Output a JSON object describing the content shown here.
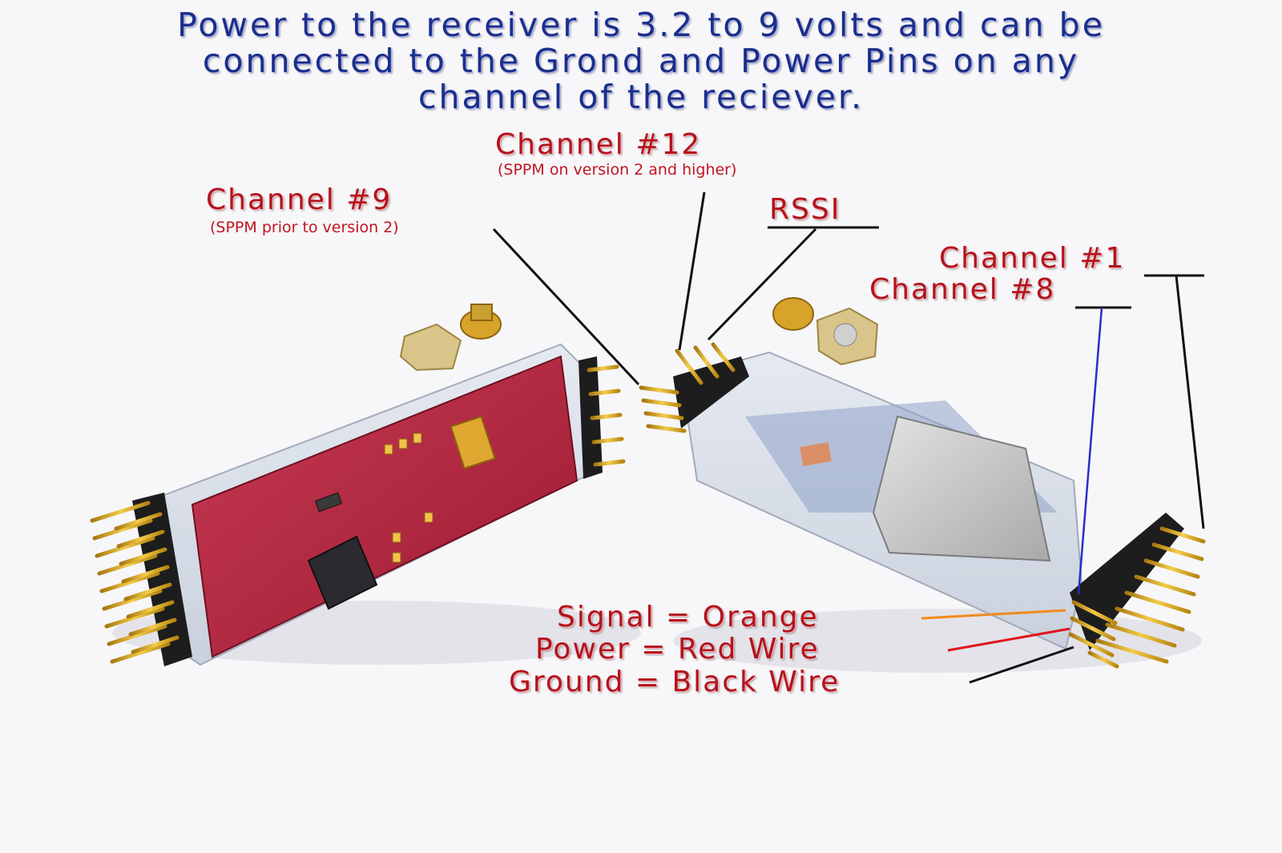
{
  "headline": [
    "Power to the receiver is 3.2 to 9 volts and can be",
    "connected to the Grond and Power Pins on any",
    "channel of the reciever."
  ],
  "labels": {
    "channel12": "Channel  #12",
    "channel12_note": "(SPPM on version 2 and higher)",
    "channel9": "Channel  #9",
    "channel9_note": "(SPPM prior to version 2)",
    "rssi": "RSSI",
    "channel1": "Channel  #1",
    "channel8": "Channel  #8",
    "signal": "Signal = Orange",
    "power": "Power = Red Wire",
    "ground": "Ground = Black Wire"
  },
  "colors": {
    "headline": "#1b2e8c",
    "label": "#b3131c",
    "pcb": "#b8233c",
    "pin_gold": "#d4a017",
    "signal_wire": "#f08a1c",
    "power_wire": "#e0141c",
    "ground_wire": "#111111",
    "ch8_pointer": "#2a2ec8"
  }
}
